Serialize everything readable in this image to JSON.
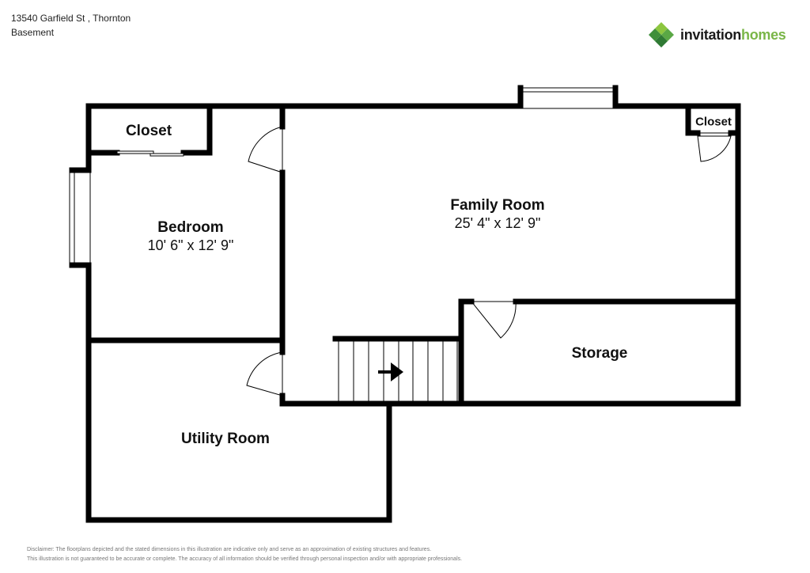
{
  "header": {
    "address": "13540 Garfield St , Thornton",
    "level": "Basement"
  },
  "logo": {
    "word1": "invitation",
    "word2": "homes"
  },
  "rooms": {
    "bedroom": {
      "name": "Bedroom",
      "dims": "10' 6\" x 12' 9\""
    },
    "bedroom_closet": {
      "name": "Closet"
    },
    "family_room": {
      "name": "Family Room",
      "dims": "25' 4\" x 12' 9\""
    },
    "family_closet": {
      "name": "Closet"
    },
    "storage": {
      "name": "Storage"
    },
    "utility": {
      "name": "Utility Room"
    }
  },
  "disclaimer": {
    "line1": "Disclaimer: The floorplans depicted and the stated dimensions in this illustration are indicative only and serve as an approximation of existing structures and features.",
    "line2": "This illustration is not guaranteed to be accurate or complete. The accuracy of all information should be verified through personal inspection and/or with appropriate professionals."
  },
  "colors": {
    "wall": "#000000",
    "logo_green": "#7ab648",
    "logo_dark_green": "#3f8f3a"
  }
}
